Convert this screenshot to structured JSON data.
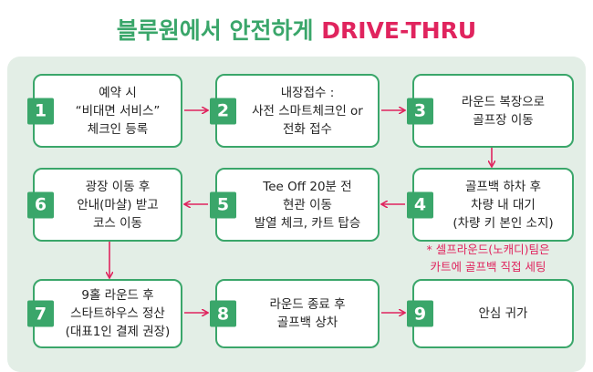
{
  "title": {
    "part1": "블루원에서 안전하게 ",
    "part2": "DRIVE-THRU"
  },
  "colors": {
    "accent": "#3aa66a",
    "highlight": "#e0245e",
    "panel": "#e3eee6"
  },
  "steps": [
    {
      "number": "1",
      "lines": [
        "예약 시",
        "“비대면 서비스”",
        "체크인 등록"
      ]
    },
    {
      "number": "2",
      "lines": [
        "내장접수 :",
        "사전 스마트체크인 or",
        "전화 접수"
      ]
    },
    {
      "number": "3",
      "lines": [
        "라운드 복장으로",
        "골프장 이동"
      ]
    },
    {
      "number": "4",
      "lines": [
        "골프백 하차 후",
        "차량 내 대기",
        "(차량 키 본인 소지)"
      ]
    },
    {
      "number": "5",
      "lines": [
        "Tee Off 20분 전",
        "현관 이동",
        "발열 체크, 카트 탑승"
      ]
    },
    {
      "number": "6",
      "lines": [
        "광장 이동 후",
        "안내(마샬) 받고",
        "코스 이동"
      ]
    },
    {
      "number": "7",
      "lines": [
        "9홀 라운드 후",
        "스타트하우스 정산",
        "(대표1인 결제 권장)"
      ]
    },
    {
      "number": "8",
      "lines": [
        "라운드 종료 후",
        "골프백 상차"
      ]
    },
    {
      "number": "9",
      "lines": [
        "안심 귀가"
      ]
    }
  ],
  "note": {
    "lines": [
      "* 셀프라운드(노캐디)팀은",
      "카트에 골프백 직접 세팅"
    ]
  }
}
